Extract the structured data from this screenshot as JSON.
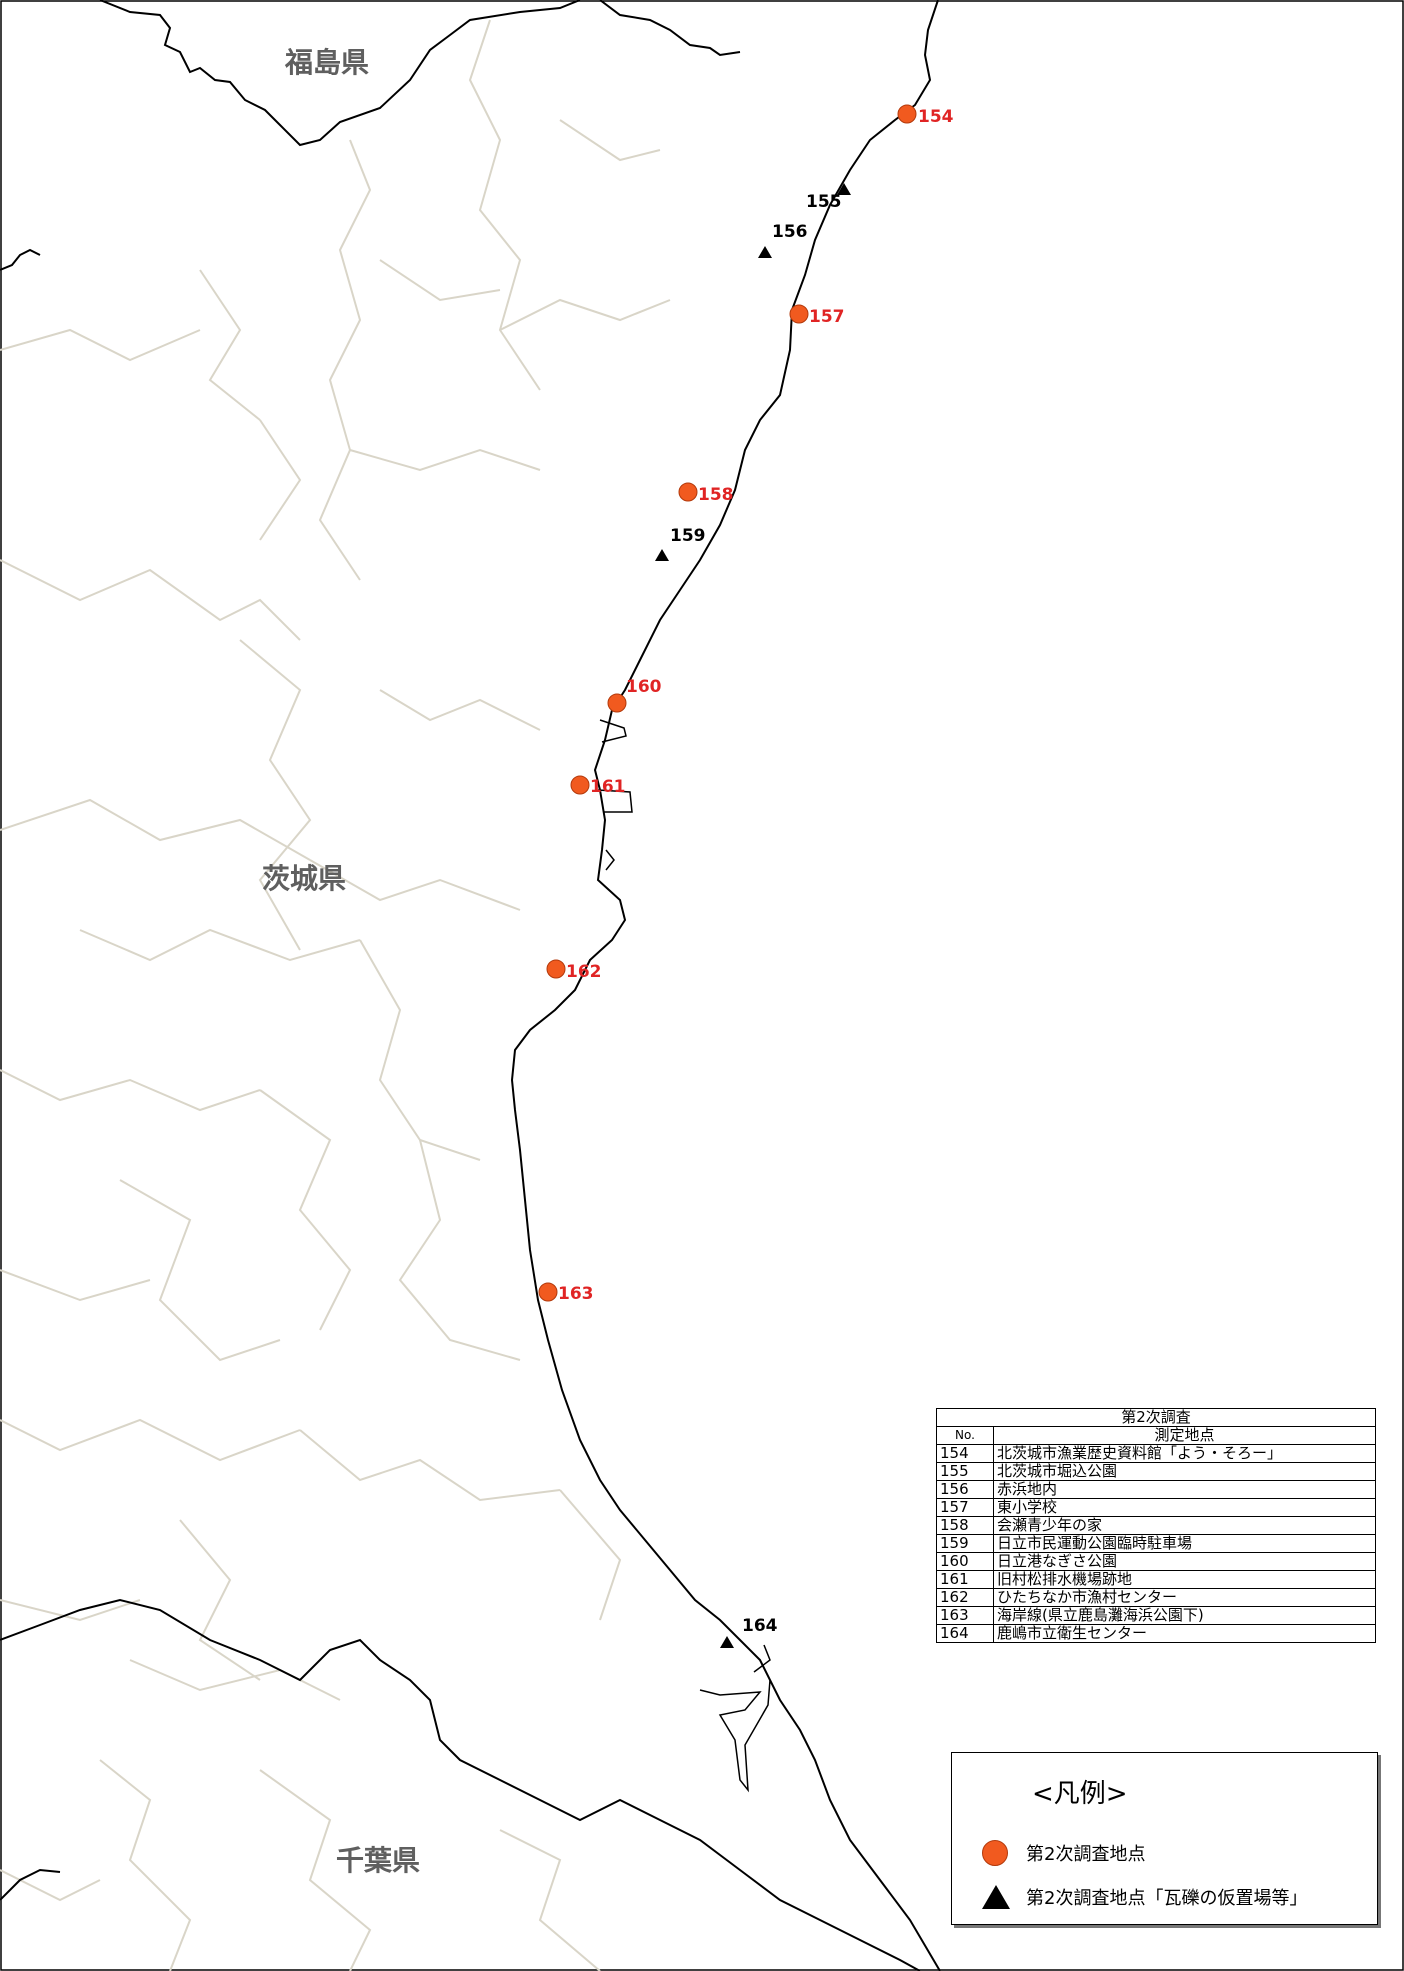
{
  "prefectures": {
    "fukushima": "福島県",
    "ibaraki": "茨城県",
    "chiba": "千葉県"
  },
  "markers": [
    {
      "no": "154",
      "type": "circle"
    },
    {
      "no": "155",
      "type": "triangle"
    },
    {
      "no": "156",
      "type": "triangle"
    },
    {
      "no": "157",
      "type": "circle"
    },
    {
      "no": "158",
      "type": "circle"
    },
    {
      "no": "159",
      "type": "triangle"
    },
    {
      "no": "160",
      "type": "circle"
    },
    {
      "no": "161",
      "type": "circle"
    },
    {
      "no": "162",
      "type": "circle"
    },
    {
      "no": "163",
      "type": "circle"
    },
    {
      "no": "164",
      "type": "triangle"
    }
  ],
  "table": {
    "caption": "第2次調査",
    "col_no": "No.",
    "col_site": "測定地点",
    "rows": [
      {
        "no": "154",
        "site": "北茨城市漁業歴史資料館「よう・そろー」"
      },
      {
        "no": "155",
        "site": "北茨城市堀込公園"
      },
      {
        "no": "156",
        "site": "赤浜地内"
      },
      {
        "no": "157",
        "site": "東小学校"
      },
      {
        "no": "158",
        "site": "会瀬青少年の家"
      },
      {
        "no": "159",
        "site": "日立市民運動公園臨時駐車場"
      },
      {
        "no": "160",
        "site": "日立港なぎさ公園"
      },
      {
        "no": "161",
        "site": "旧村松排水機場跡地"
      },
      {
        "no": "162",
        "site": "ひたちなか市漁村センター"
      },
      {
        "no": "163",
        "site": "海岸線(県立鹿島灘海浜公園下)"
      },
      {
        "no": "164",
        "site": "鹿嶋市立衛生センター"
      }
    ]
  },
  "legend": {
    "title": "<凡例>",
    "circle_label": "第2次調査地点",
    "triangle_label": "第2次調査地点「瓦礫の仮置場等」"
  },
  "colors": {
    "circle_marker": "#f15a1f",
    "circle_label": "#e02424",
    "triangle_marker": "#000000",
    "boundary": "#d9d5c8",
    "coastline": "#000000"
  }
}
